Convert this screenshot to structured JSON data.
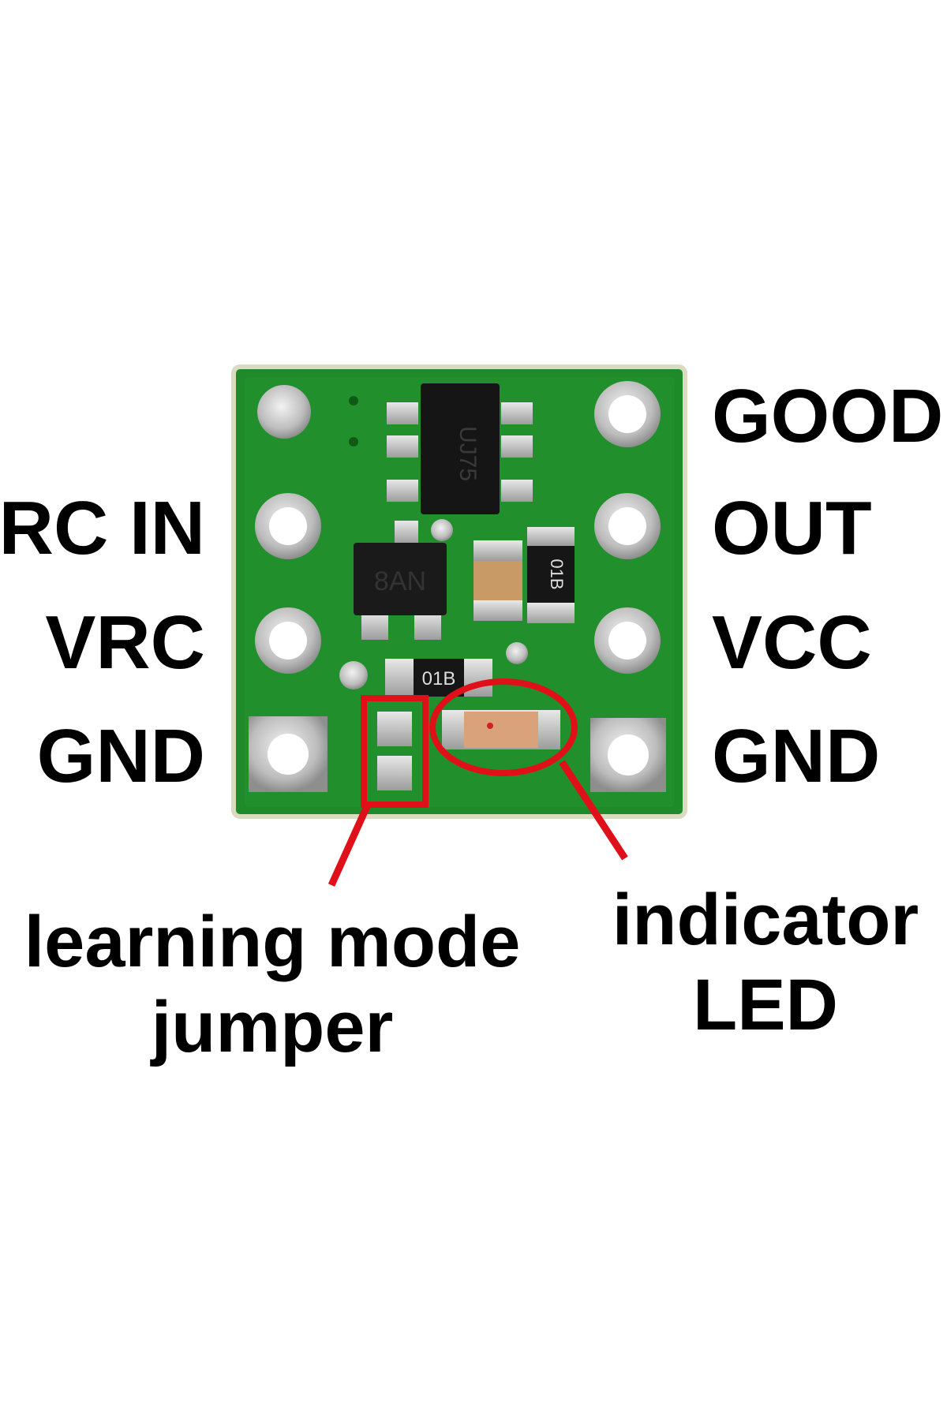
{
  "pins": {
    "left": [
      "RC IN",
      "VRC",
      "GND"
    ],
    "right": [
      "GOOD",
      "OUT",
      "VCC",
      "GND"
    ]
  },
  "callouts": {
    "jumper": {
      "line1": "learning mode",
      "line2": "jumper"
    },
    "led": {
      "line1": "indicator",
      "line2": "LED"
    }
  },
  "components": {
    "ic_marking": "UJ75",
    "transistor_marking": "8AN",
    "resistor_marking_1": "01B",
    "resistor_marking_2": "01B"
  },
  "colors": {
    "pcb": "#1f8a2a",
    "pcb_dark": "#136b1d",
    "pad": "#c9c9c9",
    "annotation": "#e0101a"
  }
}
